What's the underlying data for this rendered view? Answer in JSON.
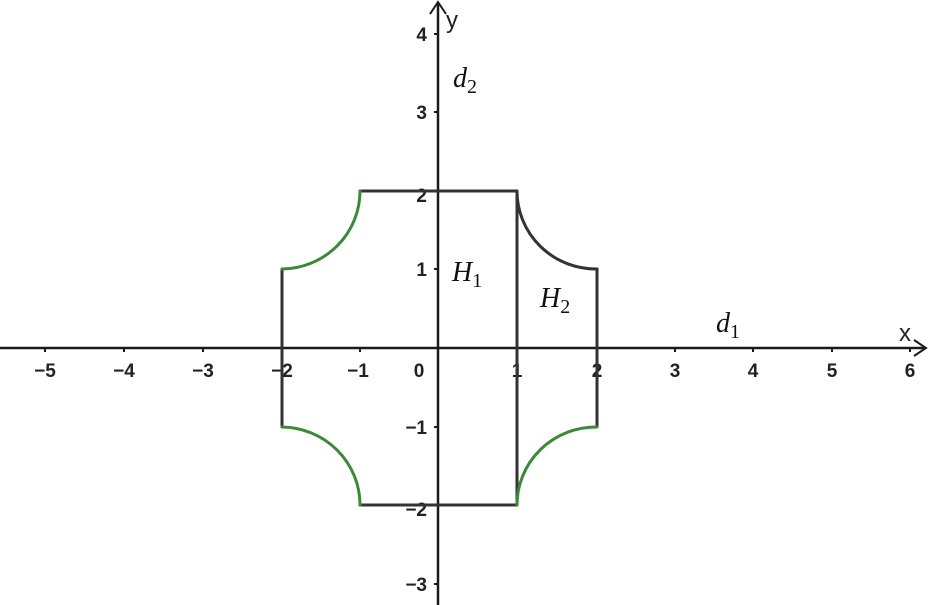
{
  "chart_data": {
    "type": "line",
    "title": "",
    "xlabel": "x",
    "ylabel": "y",
    "xlim": [
      -5.6,
      6.2
    ],
    "ylim": [
      -3.3,
      4.4
    ],
    "grid": false,
    "x_ticks": [
      -5,
      -4,
      -3,
      -2,
      -1,
      0,
      1,
      2,
      3,
      4,
      5,
      6
    ],
    "y_ticks": [
      -3,
      -2,
      -1,
      1,
      2,
      3,
      4
    ],
    "x_tick_labels": [
      "−5",
      "−4",
      "−3",
      "−2",
      "−1",
      "0",
      "1",
      "2",
      "3",
      "4",
      "5",
      "6"
    ],
    "y_tick_labels": [
      "−3",
      "−2",
      "−1",
      "1",
      "2",
      "3",
      "4"
    ],
    "annotations": [
      {
        "text": "d1",
        "base": "d",
        "sub": "1",
        "x": 3.6,
        "y": 0.2,
        "note": "line d1 (x-axis)"
      },
      {
        "text": "d2",
        "base": "d",
        "sub": "2",
        "x": 0.2,
        "y": 3.3,
        "note": "line d2 (y-axis)"
      },
      {
        "text": "H1",
        "base": "H",
        "sub": "1",
        "x": 0.2,
        "y": 0.9
      },
      {
        "text": "H2",
        "base": "H",
        "sub": "2",
        "x": 1.3,
        "y": 0.5
      }
    ],
    "series": [
      {
        "name": "segment top",
        "color": "#333333",
        "points": [
          [
            -1,
            2
          ],
          [
            1,
            2
          ]
        ]
      },
      {
        "name": "segment bottom",
        "color": "#333333",
        "points": [
          [
            -1,
            -2
          ],
          [
            1,
            -2
          ]
        ]
      },
      {
        "name": "segment left",
        "color": "#333333",
        "points": [
          [
            -2,
            1
          ],
          [
            -2,
            -1
          ]
        ]
      },
      {
        "name": "segment right",
        "color": "#333333",
        "points": [
          [
            2,
            1
          ],
          [
            2,
            -1
          ]
        ]
      },
      {
        "name": "segment x=1",
        "color": "#333333",
        "points": [
          [
            1,
            2
          ],
          [
            1,
            -2
          ]
        ]
      },
      {
        "name": "arc top-left (center (-2,2), r=1)",
        "color": "#3a8a3a",
        "points": [
          [
            -2,
            1
          ],
          [
            -1,
            2
          ]
        ]
      },
      {
        "name": "arc bottom-left (center (-2,-2), r=1)",
        "color": "#3a8a3a",
        "points": [
          [
            -2,
            -1
          ],
          [
            -1,
            -2
          ]
        ]
      },
      {
        "name": "arc bottom-right (center (2,-2), r=1)",
        "color": "#3a8a3a",
        "points": [
          [
            1,
            -2
          ],
          [
            2,
            -1
          ]
        ]
      },
      {
        "name": "arc top-right (center (2,2), r=1)",
        "color": "#333333",
        "points": [
          [
            1,
            2
          ],
          [
            2,
            1
          ]
        ]
      }
    ]
  },
  "labels": {
    "x_axis": "x",
    "y_axis": "y",
    "d1_base": "d",
    "d1_sub": "1",
    "d2_base": "d",
    "d2_sub": "2",
    "h1_base": "H",
    "h1_sub": "1",
    "h2_base": "H",
    "h2_sub": "2",
    "x_ticks": [
      "−5",
      "−4",
      "−3",
      "−2",
      "−1",
      "0",
      "1",
      "2",
      "3",
      "4",
      "5",
      "6"
    ],
    "y_ticks": [
      "4",
      "3",
      "2",
      "1",
      "−1",
      "−2",
      "−3"
    ]
  },
  "colors": {
    "axis": "#1a1a1a",
    "outline": "#333333",
    "arc_green": "#3a8a3a"
  }
}
